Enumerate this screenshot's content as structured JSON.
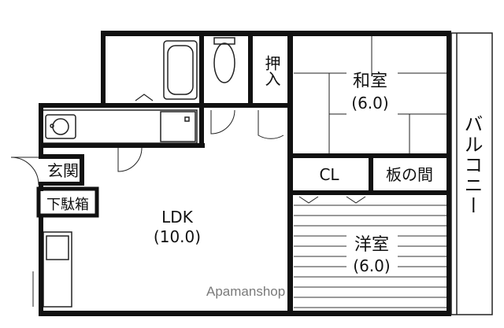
{
  "rooms": {
    "oshiire": "押入",
    "washitsu_name": "和室",
    "washitsu_size": "(6.0)",
    "closet": "CL",
    "itanoma": "板の間",
    "genkan": "玄関",
    "getabako": "下駄箱",
    "ldk_name": "LDK",
    "ldk_size": "(10.0)",
    "youshitsu_name": "洋室",
    "youshitsu_size": "(6.0)",
    "balcony": "バルコニー"
  },
  "watermark": "Apamanshop"
}
